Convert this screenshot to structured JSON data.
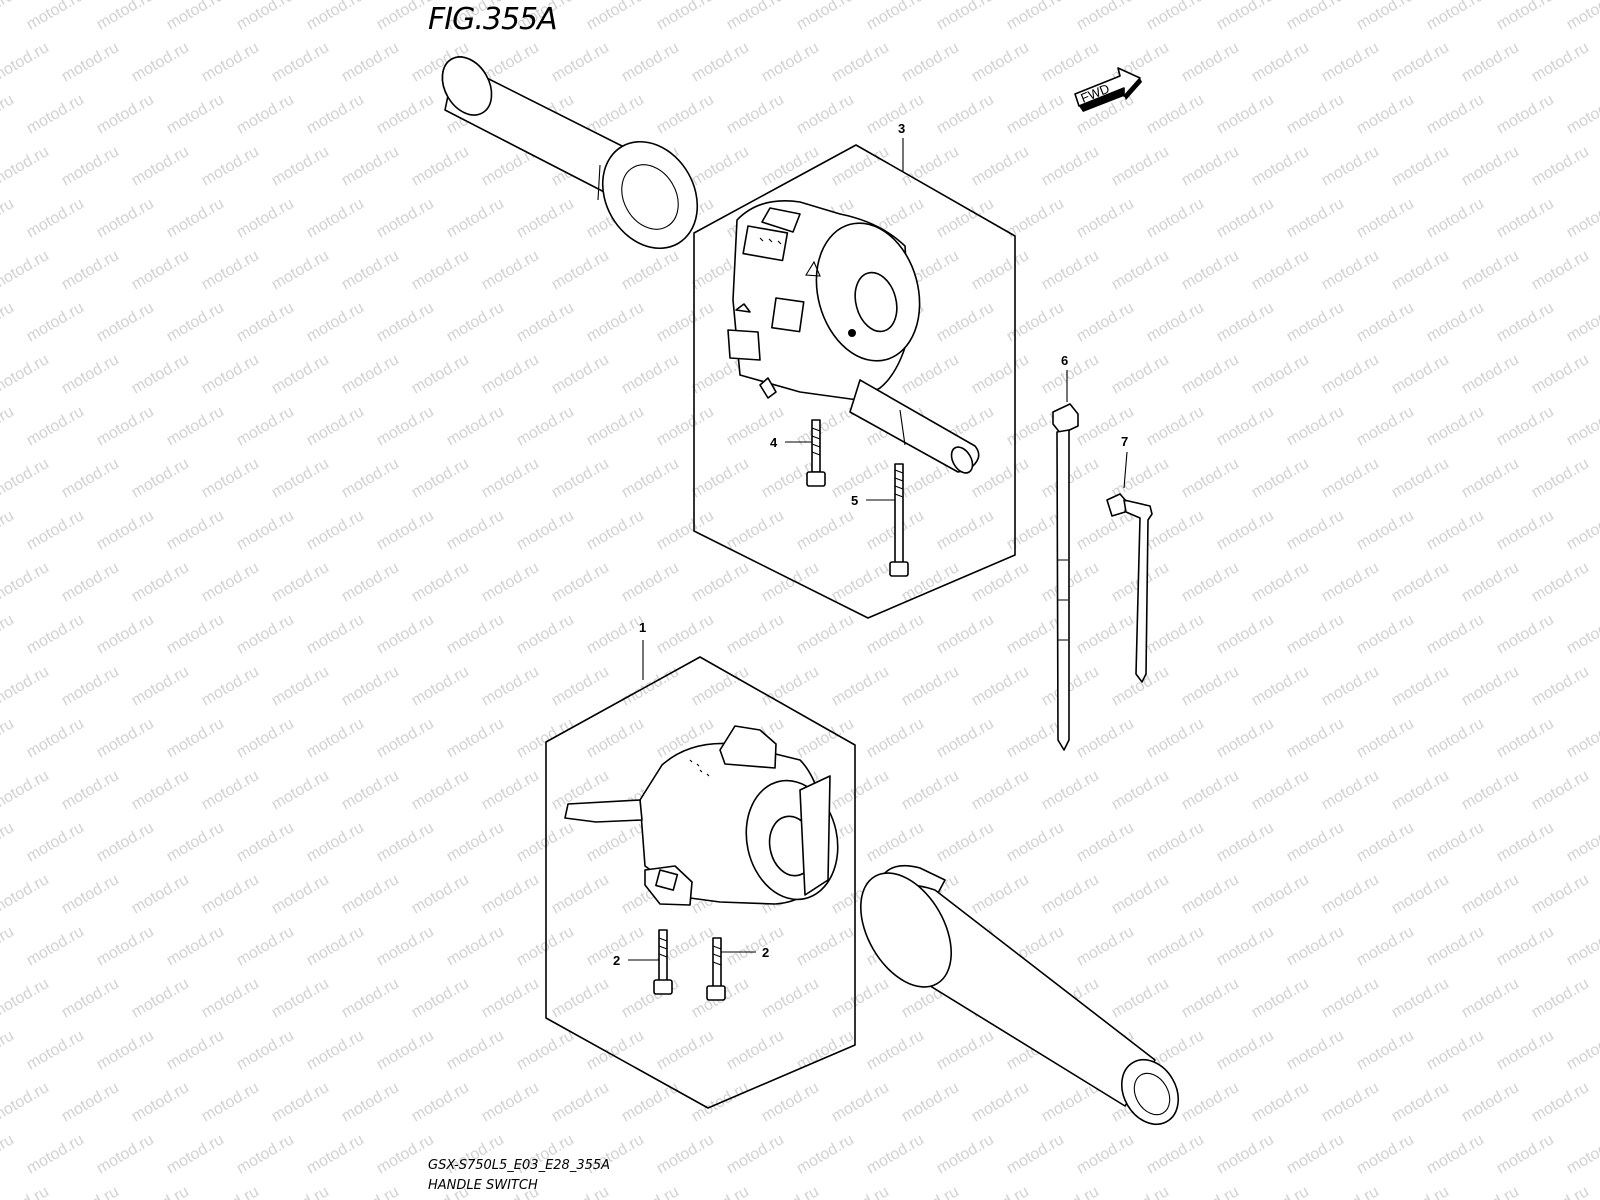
{
  "figure": {
    "title": "FIG.355A",
    "model_code": "GSX-S750L5_E03_E28_355A",
    "name": "HANDLE SWITCH",
    "direction_label": "FWD"
  },
  "watermark": "motod.ru",
  "callouts": [
    "1",
    "2",
    "2",
    "3",
    "4",
    "5",
    "6",
    "7"
  ]
}
